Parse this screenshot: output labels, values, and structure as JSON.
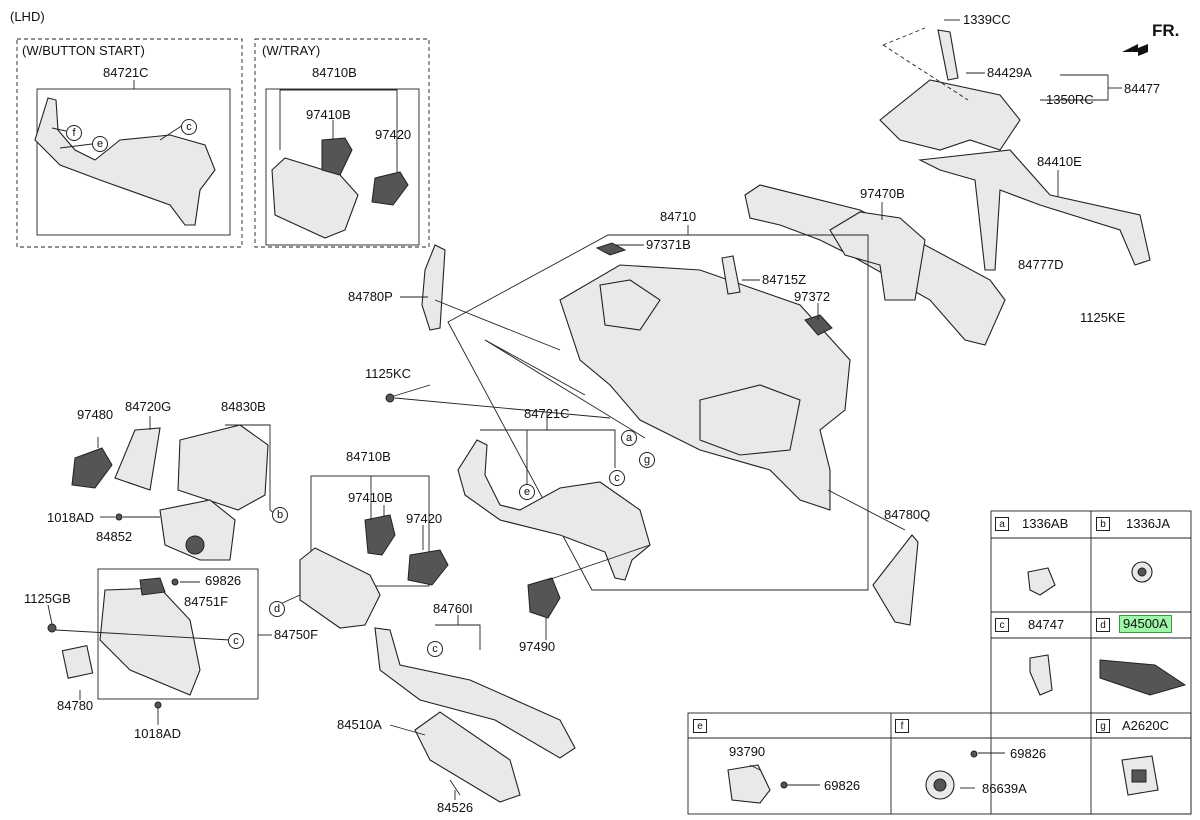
{
  "header": {
    "lhd": "(LHD)",
    "front": "FR."
  },
  "boxes": {
    "button_start": "(W/BUTTON START)",
    "tray": "(W/TRAY)"
  },
  "parts": {
    "p84721C_top": "84721C",
    "p84710B_top": "84710B",
    "p97410B_top": "97410B",
    "p97420_top": "97420",
    "p1339CC": "1339CC",
    "p84429A": "84429A",
    "p84477": "84477",
    "p1350RC": "1350RC",
    "p84410E": "84410E",
    "p97470B": "97470B",
    "p84777D": "84777D",
    "p1125KE": "1125KE",
    "p84710": "84710",
    "p97371B": "97371B",
    "p84715Z": "84715Z",
    "p97372": "97372",
    "p84780P": "84780P",
    "p1125KC": "1125KC",
    "p84721C_mid": "84721C",
    "p97480": "97480",
    "p84720G": "84720G",
    "p84830B": "84830B",
    "p1018AD_a": "1018AD",
    "p84852": "84852",
    "p84710B_mid": "84710B",
    "p97410B_mid": "97410B",
    "p97420_mid": "97420",
    "p84780Q": "84780Q",
    "p97490": "97490",
    "p1125GB": "1125GB",
    "p69826_a": "69826",
    "p84751F": "84751F",
    "p84750F": "84750F",
    "p84780": "84780",
    "p1018AD_b": "1018AD",
    "p84760I": "84760I",
    "p84510A": "84510A",
    "p84526": "84526"
  },
  "callouts": {
    "a": "a",
    "b": "b",
    "c": "c",
    "d": "d",
    "e": "e",
    "f": "f",
    "g": "g"
  },
  "legend": {
    "a": {
      "key": "a",
      "part": "1336AB"
    },
    "b": {
      "key": "b",
      "part": "1336JA"
    },
    "c": {
      "key": "c",
      "part": "84747"
    },
    "d": {
      "key": "d",
      "part": "94500A"
    },
    "e": {
      "key": "e",
      "p1": "93790",
      "p2": "69826"
    },
    "f": {
      "key": "f",
      "p1": "69826",
      "p2": "86639A"
    },
    "g": {
      "key": "g",
      "part": "A2620C"
    }
  },
  "colors": {
    "highlight": "#9ff5a8",
    "line": "#222222",
    "part_fill": "#e9e9e9"
  }
}
